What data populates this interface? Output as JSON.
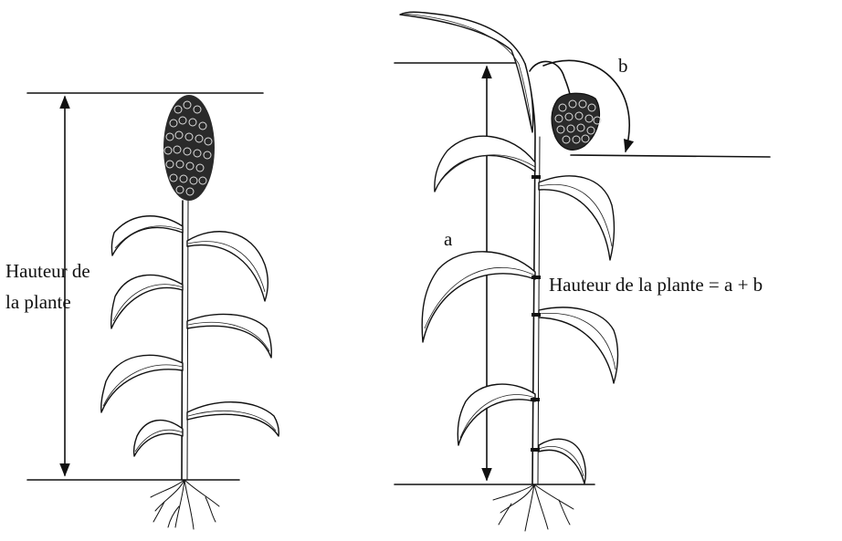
{
  "left_panel": {
    "label_line1": "Hauteur de",
    "label_line2": "la plante"
  },
  "right_panel": {
    "label_a": "a",
    "label_b": "b",
    "formula": "Hauteur de la plante = a + b"
  }
}
